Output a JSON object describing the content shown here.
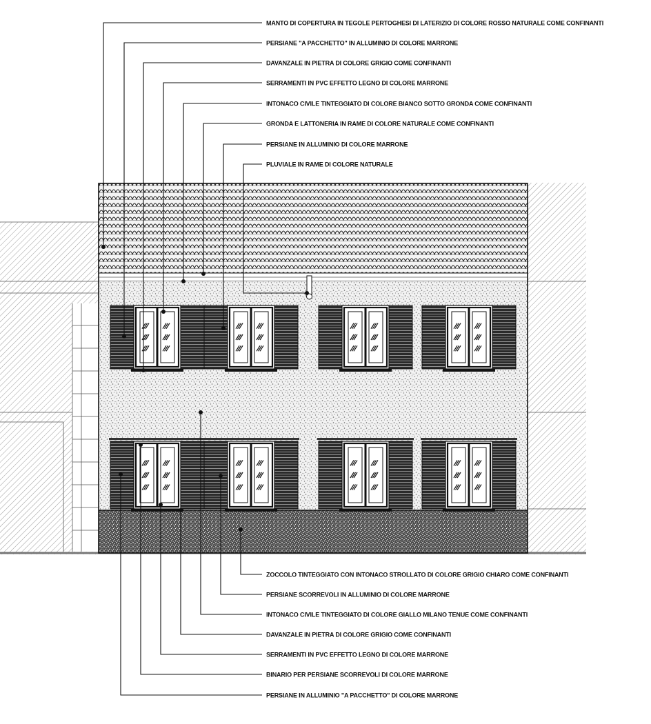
{
  "top_labels": [
    "MANTO DI COPERTURA IN TEGOLE PERTOGHESI DI LATERIZIO DI COLORE ROSSO NATURALE COME CONFINANTI",
    "PERSIANE \"A PACCHETTO\" IN ALLUMINIO DI COLORE MARRONE",
    "DAVANZALE IN PIETRA DI COLORE GRIGIO COME CONFINANTI",
    "SERRAMENTI IN PVC EFFETTO LEGNO DI COLORE MARRONE",
    "INTONACO CIVILE TINTEGGIATO DI COLORE BIANCO SOTTO GRONDA COME CONFINANTI",
    "GRONDA E LATTONERIA IN RAME DI COLORE NATURALE COME CONFINANTI",
    "PERSIANE IN ALLUMINIO DI COLORE MARRONE",
    "PLUVIALE IN RAME DI COLORE NATURALE"
  ],
  "bottom_labels": [
    "ZOCCOLO TINTEGGIATO CON INTONACO STROLLATO DI COLORE GRIGIO CHIARO COME CONFINANTI",
    "PERSIANE SCORREVOLI IN ALLUMINIO DI COLORE MARRONE",
    "INTONACO CIVILE TINTEGGIATO DI COLORE GIALLO MILANO TENUE COME CONFINANTI",
    "DAVANZALE IN PIETRA DI COLORE GRIGIO COME CONFINANTI",
    "SERRAMENTI IN PVC EFFETTO LEGNO DI COLORE MARRONE",
    "BINARIO PER PERSIANE SCORREVOLI DI COLORE MARRONE",
    "PERSIANE IN ALLUMINIO \"A PACCHETTO\" DI COLORE MARRONE"
  ]
}
